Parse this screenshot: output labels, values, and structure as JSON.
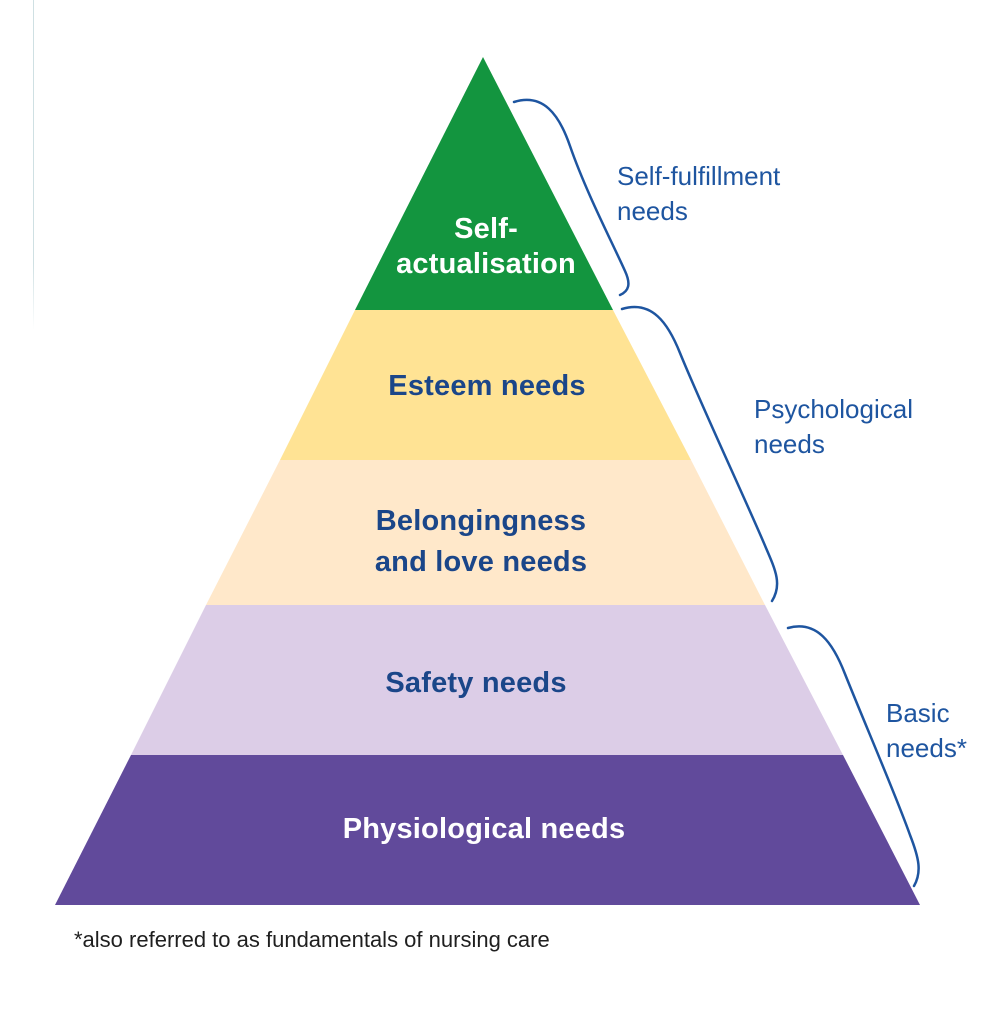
{
  "pyramid": {
    "levels": [
      {
        "name": "self-actualisation",
        "line1": "Self-",
        "line2": "actualisation",
        "color": "#13953f",
        "text_color": "#ffffff"
      },
      {
        "name": "esteem",
        "line1": "Esteem needs",
        "line2": "",
        "color": "#ffe394",
        "text_color": "#1b4689"
      },
      {
        "name": "belongingness",
        "line1": "Belongingness",
        "line2": "and love needs",
        "color": "#ffe8ca",
        "text_color": "#1b4689"
      },
      {
        "name": "safety",
        "line1": "Safety needs",
        "line2": "",
        "color": "#dccde7",
        "text_color": "#1b4689"
      },
      {
        "name": "physiological",
        "line1": "Physiological needs",
        "line2": "",
        "color": "#614a9b",
        "text_color": "#ffffff"
      }
    ]
  },
  "side_labels": [
    {
      "name": "self-fulfillment-needs",
      "line1": "Self-fulfillment",
      "line2": "needs"
    },
    {
      "name": "psychological-needs",
      "line1": "Psychological",
      "line2": "needs"
    },
    {
      "name": "basic-needs",
      "line1": "Basic",
      "line2": "needs*"
    }
  ],
  "footnote": "*also referred to as fundamentals of nursing care",
  "colors": {
    "background": "#ffffff",
    "band_label_navy": "#1b4689",
    "side_label_blue": "#1e55a0",
    "brace_blue": "#1e55a0",
    "footnote_text": "#1f1f1f",
    "artifact_line": "#cfe0e3"
  }
}
